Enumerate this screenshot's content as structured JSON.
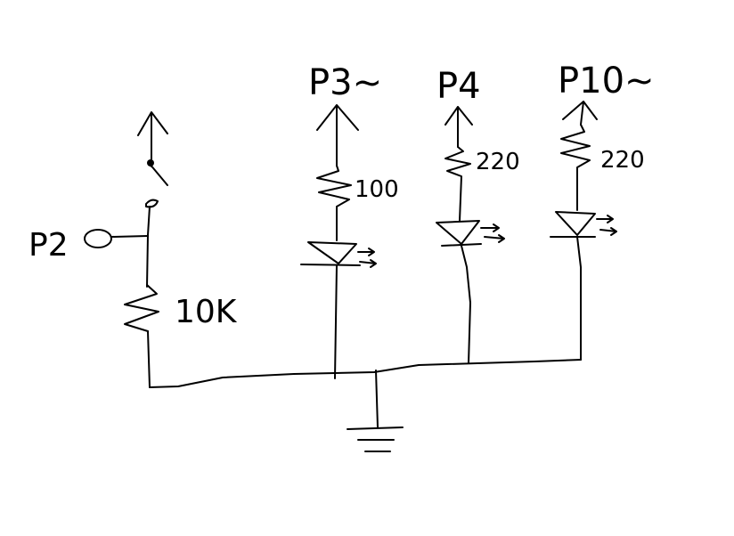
{
  "diagram": {
    "colors": {
      "background": "#ffffff",
      "ink": "#000000"
    },
    "labels": {
      "p3": "P3~",
      "p4": "P4",
      "p10": "P10~",
      "p2": "P2",
      "r_p3": "100",
      "r_p4": "220",
      "r_p10": "220",
      "r_pulldown": "10K"
    },
    "symbols": {
      "switch": "push-button-switch",
      "input_pin": "input-circle",
      "resistor": "zigzag-resistor",
      "led": "led-with-light-arrows",
      "supply": "up-arrow",
      "ground": "ground-symbol"
    }
  }
}
